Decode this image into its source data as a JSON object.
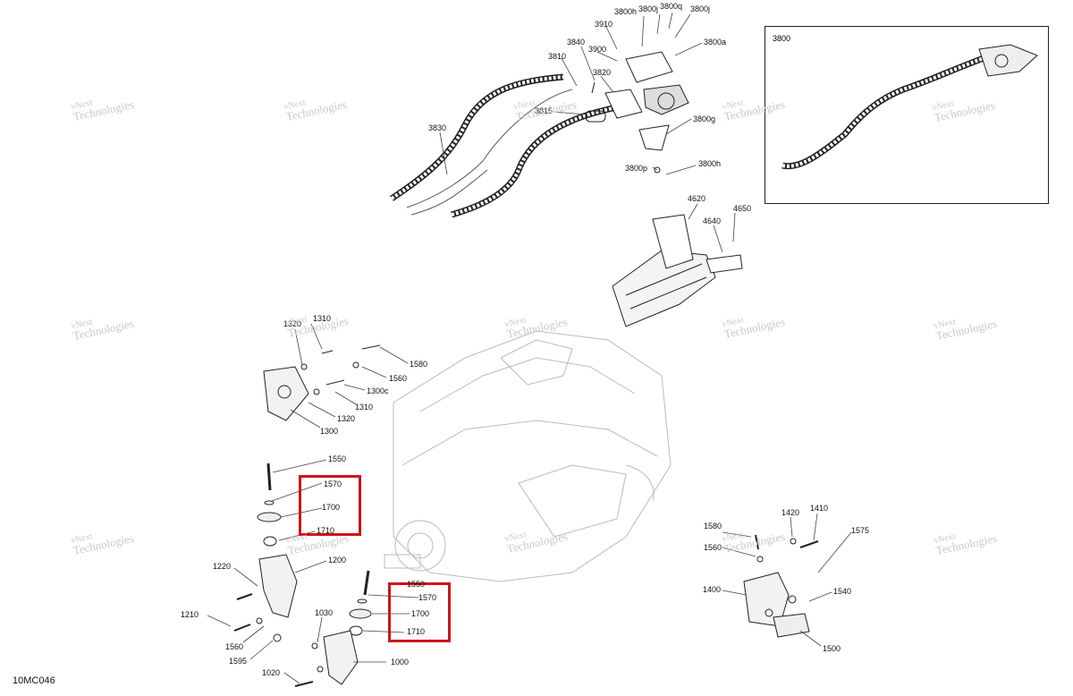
{
  "diagram": {
    "drawing_number": "10MC046",
    "inset_label": "3800",
    "watermark_lines": [
      "vNext",
      "Technologies"
    ],
    "highlight_color": "#d0131c",
    "part_labels": [
      "3800h",
      "3800j",
      "3800q",
      "3800j",
      "3910",
      "3800a",
      "3840",
      "3900",
      "3810",
      "3820",
      "3815",
      "3830",
      "3800g",
      "3800h",
      "3800p",
      "4620",
      "4640",
      "4650",
      "1310",
      "1320",
      "1580",
      "1560",
      "1300c",
      "1310",
      "1320",
      "1300",
      "1550",
      "1570",
      "1700",
      "1710",
      "1200",
      "1220",
      "1210",
      "1560",
      "1595",
      "1030",
      "1020",
      "1000",
      "1550",
      "1570",
      "1700",
      "1710",
      "1580",
      "1420",
      "1410",
      "1575",
      "1560",
      "1400",
      "1540",
      "1500"
    ]
  }
}
